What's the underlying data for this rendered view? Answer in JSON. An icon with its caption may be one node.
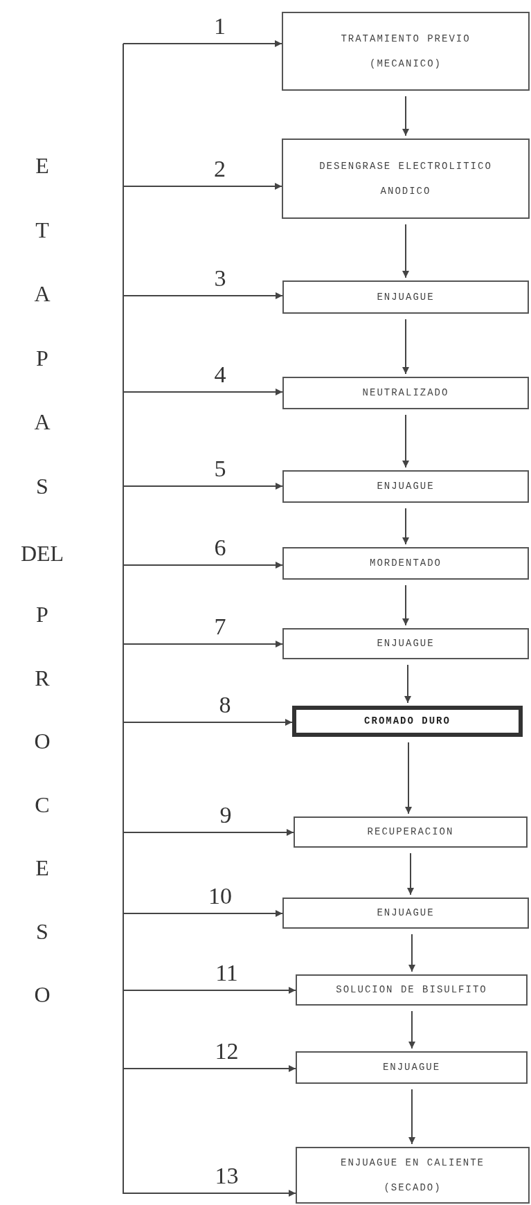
{
  "diagram": {
    "nodes": [
      {
        "text": [
          "TRATAMIENTO PREVIO (MECANICO)"
        ]
      },
      {
        "text": [
          "DESENGRASE ELECTROLITICO ANODICO"
        ]
      },
      {
        "text": [
          "ENJUAGUE"
        ]
      },
      {
        "text": [
          "NEUTRALIZADO"
        ]
      },
      {
        "text": [
          "ENJUAGUE"
        ]
      },
      {
        "text": [
          "MORDENTADO"
        ]
      },
      {
        "text": [
          "ENJUAGUE"
        ]
      },
      {
        "text": [
          "CROMADO DURO"
        ]
      },
      {
        "text": [
          "RECUPERACION"
        ]
      },
      {
        "text": [
          "ENJUAGUE"
        ]
      },
      {
        "text": [
          "SOLUCION DE BISULFITO"
        ]
      },
      {
        "text": [
          "ENJUAGUE"
        ]
      },
      {
        "text": [
          "ENJUAGUE EN CALIENTE (SECADO)"
        ]
      }
    ],
    "edges": [
      {
        "from": null,
        "to": 0,
        "arrow": "to",
        "label": "1"
      },
      {
        "from": null,
        "to": 1,
        "arrow": "to",
        "label": "2"
      },
      {
        "from": null,
        "to": 2,
        "arrow": "to",
        "label": "3"
      },
      {
        "from": null,
        "to": 3,
        "arrow": "to",
        "label": "4"
      },
      {
        "from": null,
        "to": 4,
        "arrow": "to",
        "label": "5"
      },
      {
        "from": null,
        "to": 5,
        "arrow": "to",
        "label": "6"
      },
      {
        "from": null,
        "to": 6,
        "arrow": "to",
        "label": "7"
      },
      {
        "from": null,
        "to": 7,
        "arrow": "to",
        "label": "8"
      },
      {
        "from": null,
        "to": 8,
        "arrow": "to",
        "label": "9"
      },
      {
        "from": null,
        "to": 9,
        "arrow": "to",
        "label": "10"
      },
      {
        "from": null,
        "to": 10,
        "arrow": "to",
        "label": "11"
      },
      {
        "from": null,
        "to": 11,
        "arrow": "to",
        "label": "12"
      },
      {
        "from": null,
        "to": 12,
        "arrow": "to",
        "label": "13"
      },
      {
        "from": 0,
        "to": 1,
        "arrow": "to"
      },
      {
        "from": 1,
        "to": 2,
        "arrow": "to"
      },
      {
        "from": 2,
        "to": 3,
        "arrow": "to"
      },
      {
        "from": 3,
        "to": 4,
        "arrow": "to"
      },
      {
        "from": 4,
        "to": 5,
        "arrow": "to"
      },
      {
        "from": 5,
        "to": 6,
        "arrow": "to"
      },
      {
        "from": 6,
        "to": 7,
        "arrow": "to"
      },
      {
        "from": 7,
        "to": 8,
        "arrow": "to"
      },
      {
        "from": 8,
        "to": 9,
        "arrow": "to"
      },
      {
        "from": 9,
        "to": 10,
        "arrow": "to"
      },
      {
        "from": 10,
        "to": 11,
        "arrow": "to"
      },
      {
        "from": 11,
        "to": 12,
        "arrow": "to"
      }
    ],
    "labels": [
      "ETAPAS",
      "DEL",
      "PROCESO"
    ]
  }
}
